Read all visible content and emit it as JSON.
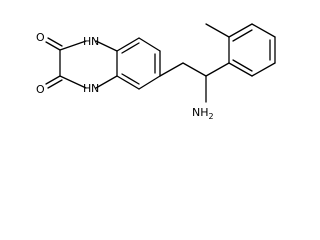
{
  "structure": {
    "atoms": {
      "o_top": "O",
      "o_bottom": "O",
      "nh_top": "H",
      "n_top": "N",
      "nh_bottom": "H",
      "n_bottom": "N",
      "nh2": "NH",
      "nh2_subscript": "2"
    }
  },
  "colors": {
    "ink": "#000000",
    "background": "#ffffff"
  }
}
